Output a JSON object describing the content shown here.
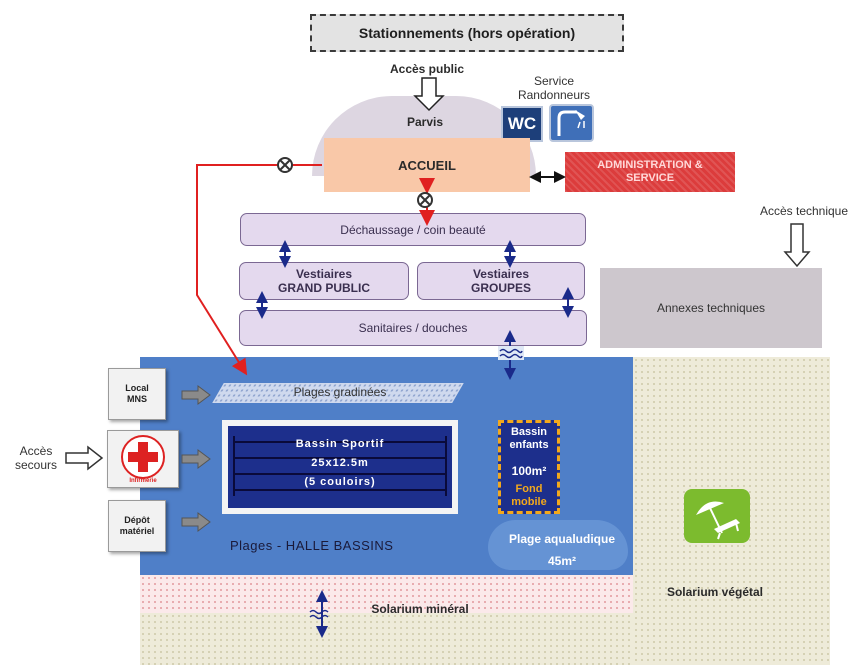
{
  "stationnements": "Stationnements (hors opération)",
  "acces_public": "Accès public",
  "parvis": "Parvis",
  "service_randonneurs": [
    "Service",
    "Randonneurs"
  ],
  "wc": "WC",
  "accueil": "ACCUEIL",
  "administration": [
    "ADMINISTRATION &",
    "SERVICE"
  ],
  "acces_technique": "Accès technique",
  "dechaussage": "Déchaussage / coin beauté",
  "vestiaires_gp": [
    "Vestiaires",
    "GRAND PUBLIC"
  ],
  "vestiaires_groupes": [
    "Vestiaires",
    "GROUPES"
  ],
  "sanitaires": "Sanitaires / douches",
  "annexes": "Annexes techniques",
  "local_mns": [
    "Local",
    "MNS"
  ],
  "infirmerie": "Infirmerie",
  "depot": [
    "Dépôt",
    "matériel"
  ],
  "acces_secours": [
    "Accès",
    "secours"
  ],
  "plages_gradinees": "Plages gradinées",
  "bassin_sportif": [
    "Bassin Sportif",
    "25x12.5m",
    "(5 couloirs)"
  ],
  "bassin_enfants": {
    "title": [
      "Bassin",
      "enfants"
    ],
    "area": "100m²",
    "floor": [
      "Fond",
      "mobile"
    ]
  },
  "plage_aqualudique": [
    "Plage aqualudique",
    "45m²"
  ],
  "plages_halle": "Plages - HALLE BASSINS",
  "solarium_mineral": "Solarium minéral",
  "solarium_vegetal": "Solarium végétal",
  "colors": {
    "halle": "#4f7fc8",
    "deep_blue": "#1d2f8c",
    "accueil": "#f9c8a8",
    "admin": "#dc3c3c",
    "lilac": "#e4d9ee",
    "circulation_red": "#e02020",
    "link_blue": "#1a2a8a"
  },
  "icons": [
    "down-arrow-icon",
    "wc-icon",
    "shower-icon",
    "no-entry-icon",
    "double-arrow-icon",
    "wave-arrow-icon",
    "red-cross-icon",
    "parasol-icon"
  ]
}
